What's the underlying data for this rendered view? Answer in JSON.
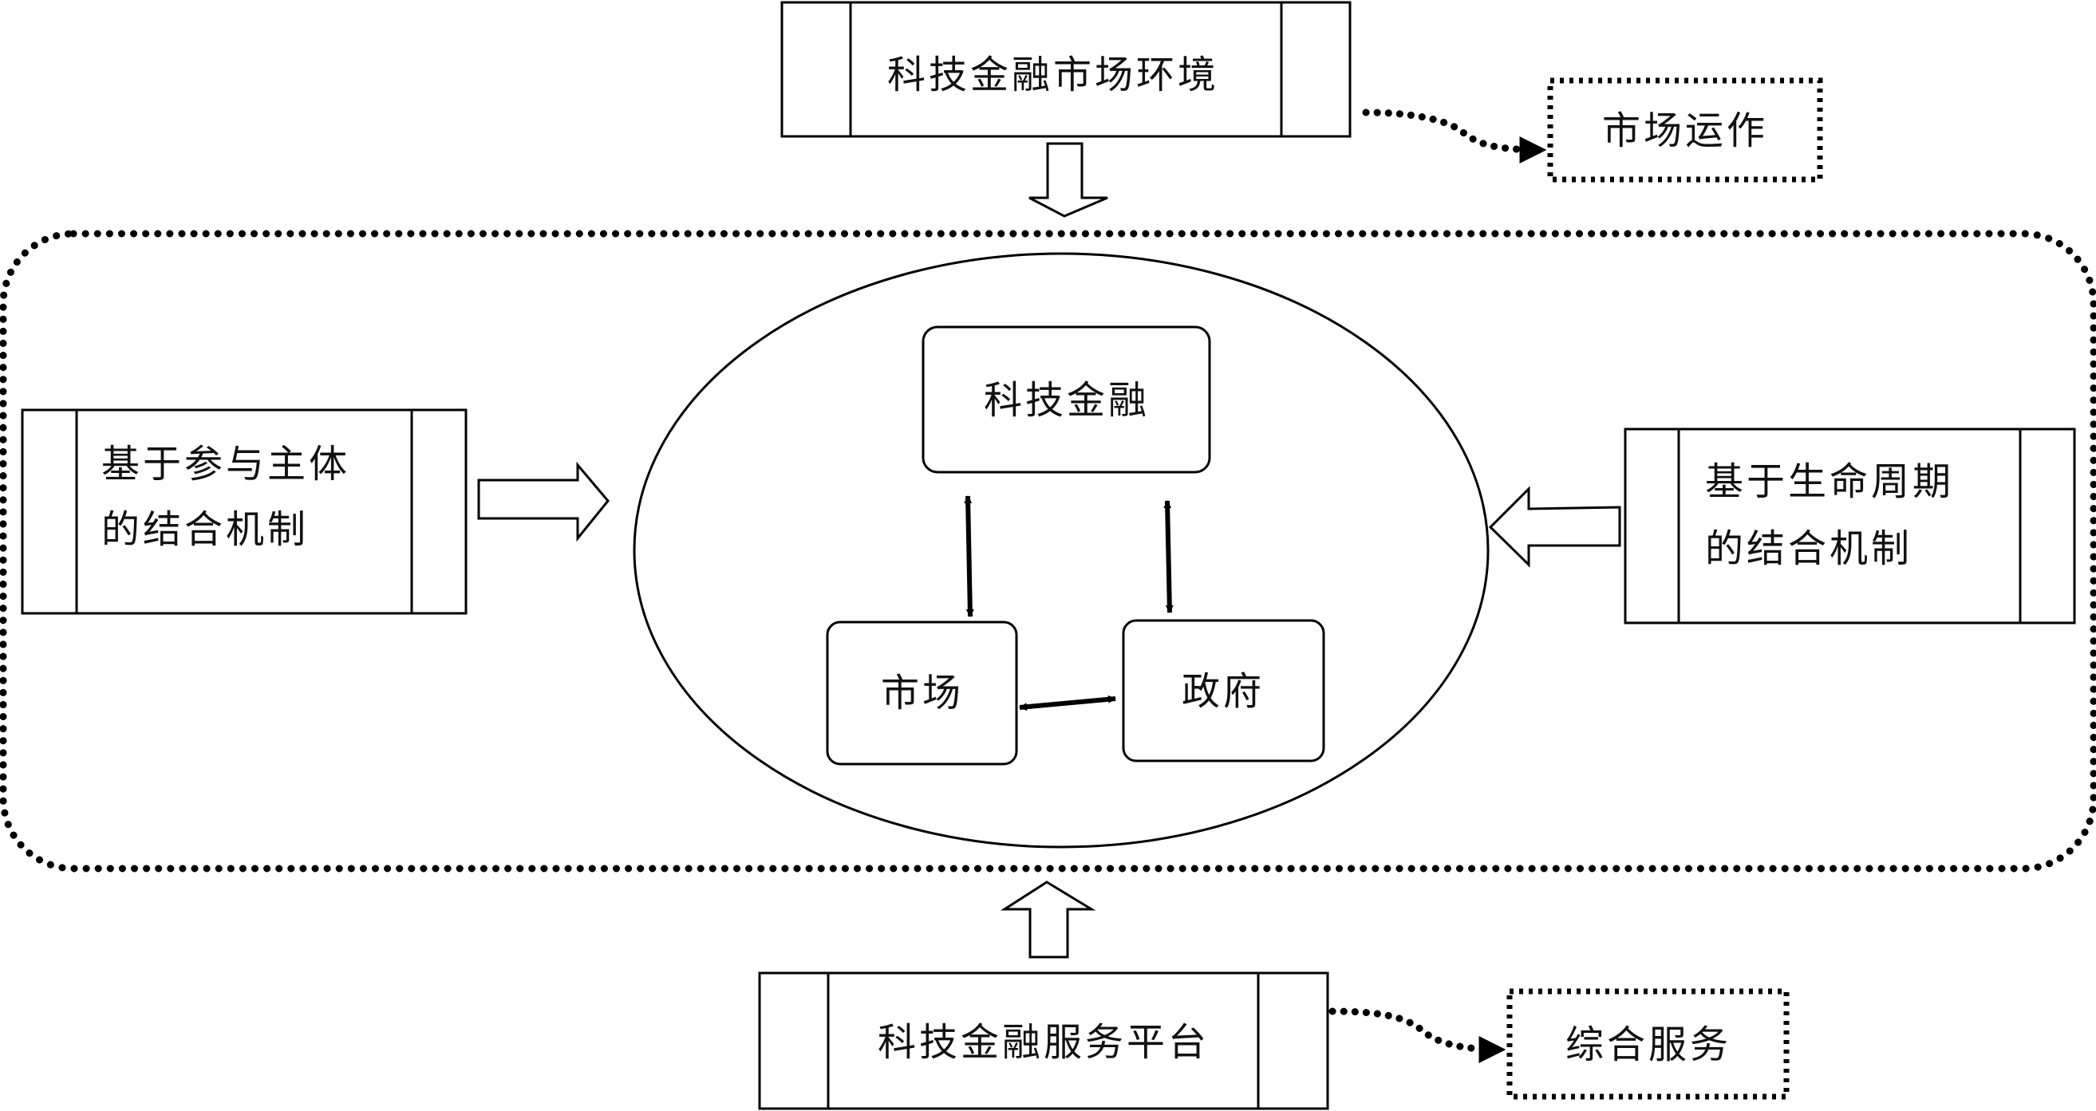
{
  "nodes": {
    "market_environment": "科技金融市场环境",
    "market_operation": "市场运作",
    "participant_mechanism": [
      "基于参与主体",
      "的结合机制"
    ],
    "lifecycle_mechanism": [
      "基于生命周期",
      "的结合机制"
    ],
    "tech_finance": "科技金融",
    "market": "市场",
    "government": "政府",
    "service_platform": "科技金融服务平台",
    "comprehensive_service": "综合服务"
  }
}
